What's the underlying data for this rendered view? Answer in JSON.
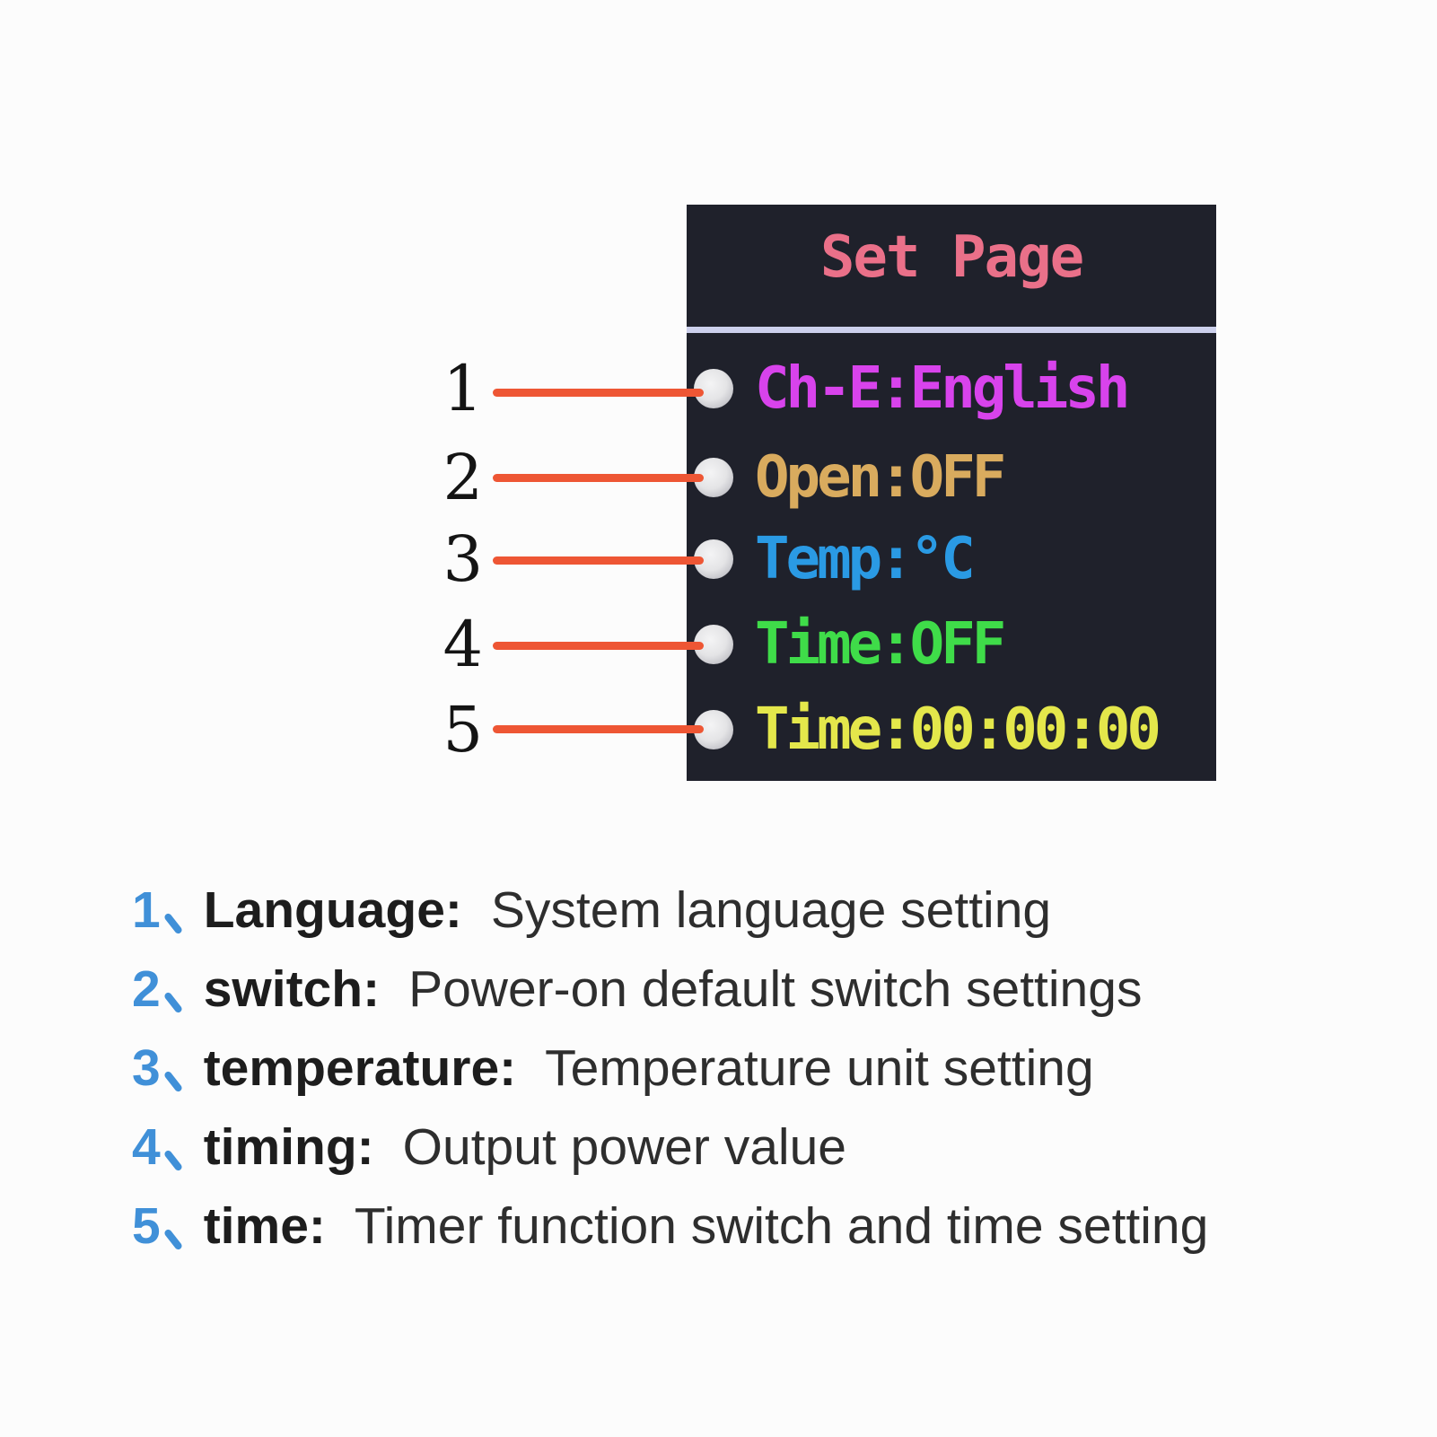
{
  "screen": {
    "title": "Set Page",
    "title_color": "#ea7089",
    "background": "#1f212b",
    "divider_color": "#ccd0ec",
    "items": [
      {
        "label": "Ch-E:English",
        "color": "#d843ec"
      },
      {
        "label": "Open:OFF",
        "color": "#d9ab5e"
      },
      {
        "label": "Temp:°C",
        "color": "#2a9ae4"
      },
      {
        "label": "Time:OFF",
        "color": "#3fdc49"
      },
      {
        "label": "Time:00:00:00",
        "color": "#e4e74b"
      }
    ]
  },
  "callouts": {
    "line_color": "#ee5634",
    "items": [
      {
        "number": "1"
      },
      {
        "number": "2"
      },
      {
        "number": "3"
      },
      {
        "number": "4"
      },
      {
        "number": "5"
      }
    ]
  },
  "legend": {
    "number_color": "#4090d8",
    "enumeration_comma": "、",
    "items": [
      {
        "num": "1",
        "term": "Language:",
        "desc": "System language setting"
      },
      {
        "num": "2",
        "term": "switch:",
        "desc": "Power-on default switch settings"
      },
      {
        "num": "3",
        "term": "temperature:",
        "desc": "Temperature unit setting"
      },
      {
        "num": "4",
        "term": "timing:",
        "desc": "Output power value"
      },
      {
        "num": "5",
        "term": "time:",
        "desc": "Timer function switch and time setting"
      }
    ]
  }
}
